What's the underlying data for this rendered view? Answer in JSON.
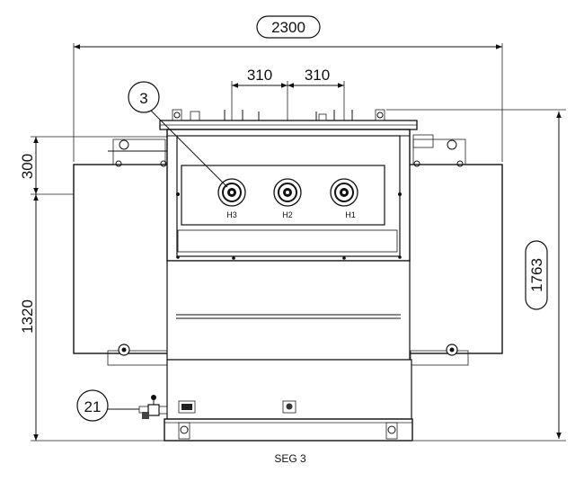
{
  "dimensions": {
    "overall_width": "2300",
    "bushing_spacing_left": "310",
    "bushing_spacing_right": "310",
    "top_offset": "300",
    "lower_height": "1320",
    "overall_height": "1763"
  },
  "callouts": {
    "bushing_ref": "3",
    "valve_ref": "21"
  },
  "bushings": {
    "left": "H3",
    "center": "H2",
    "right": "H1"
  },
  "caption": "SEG 3"
}
